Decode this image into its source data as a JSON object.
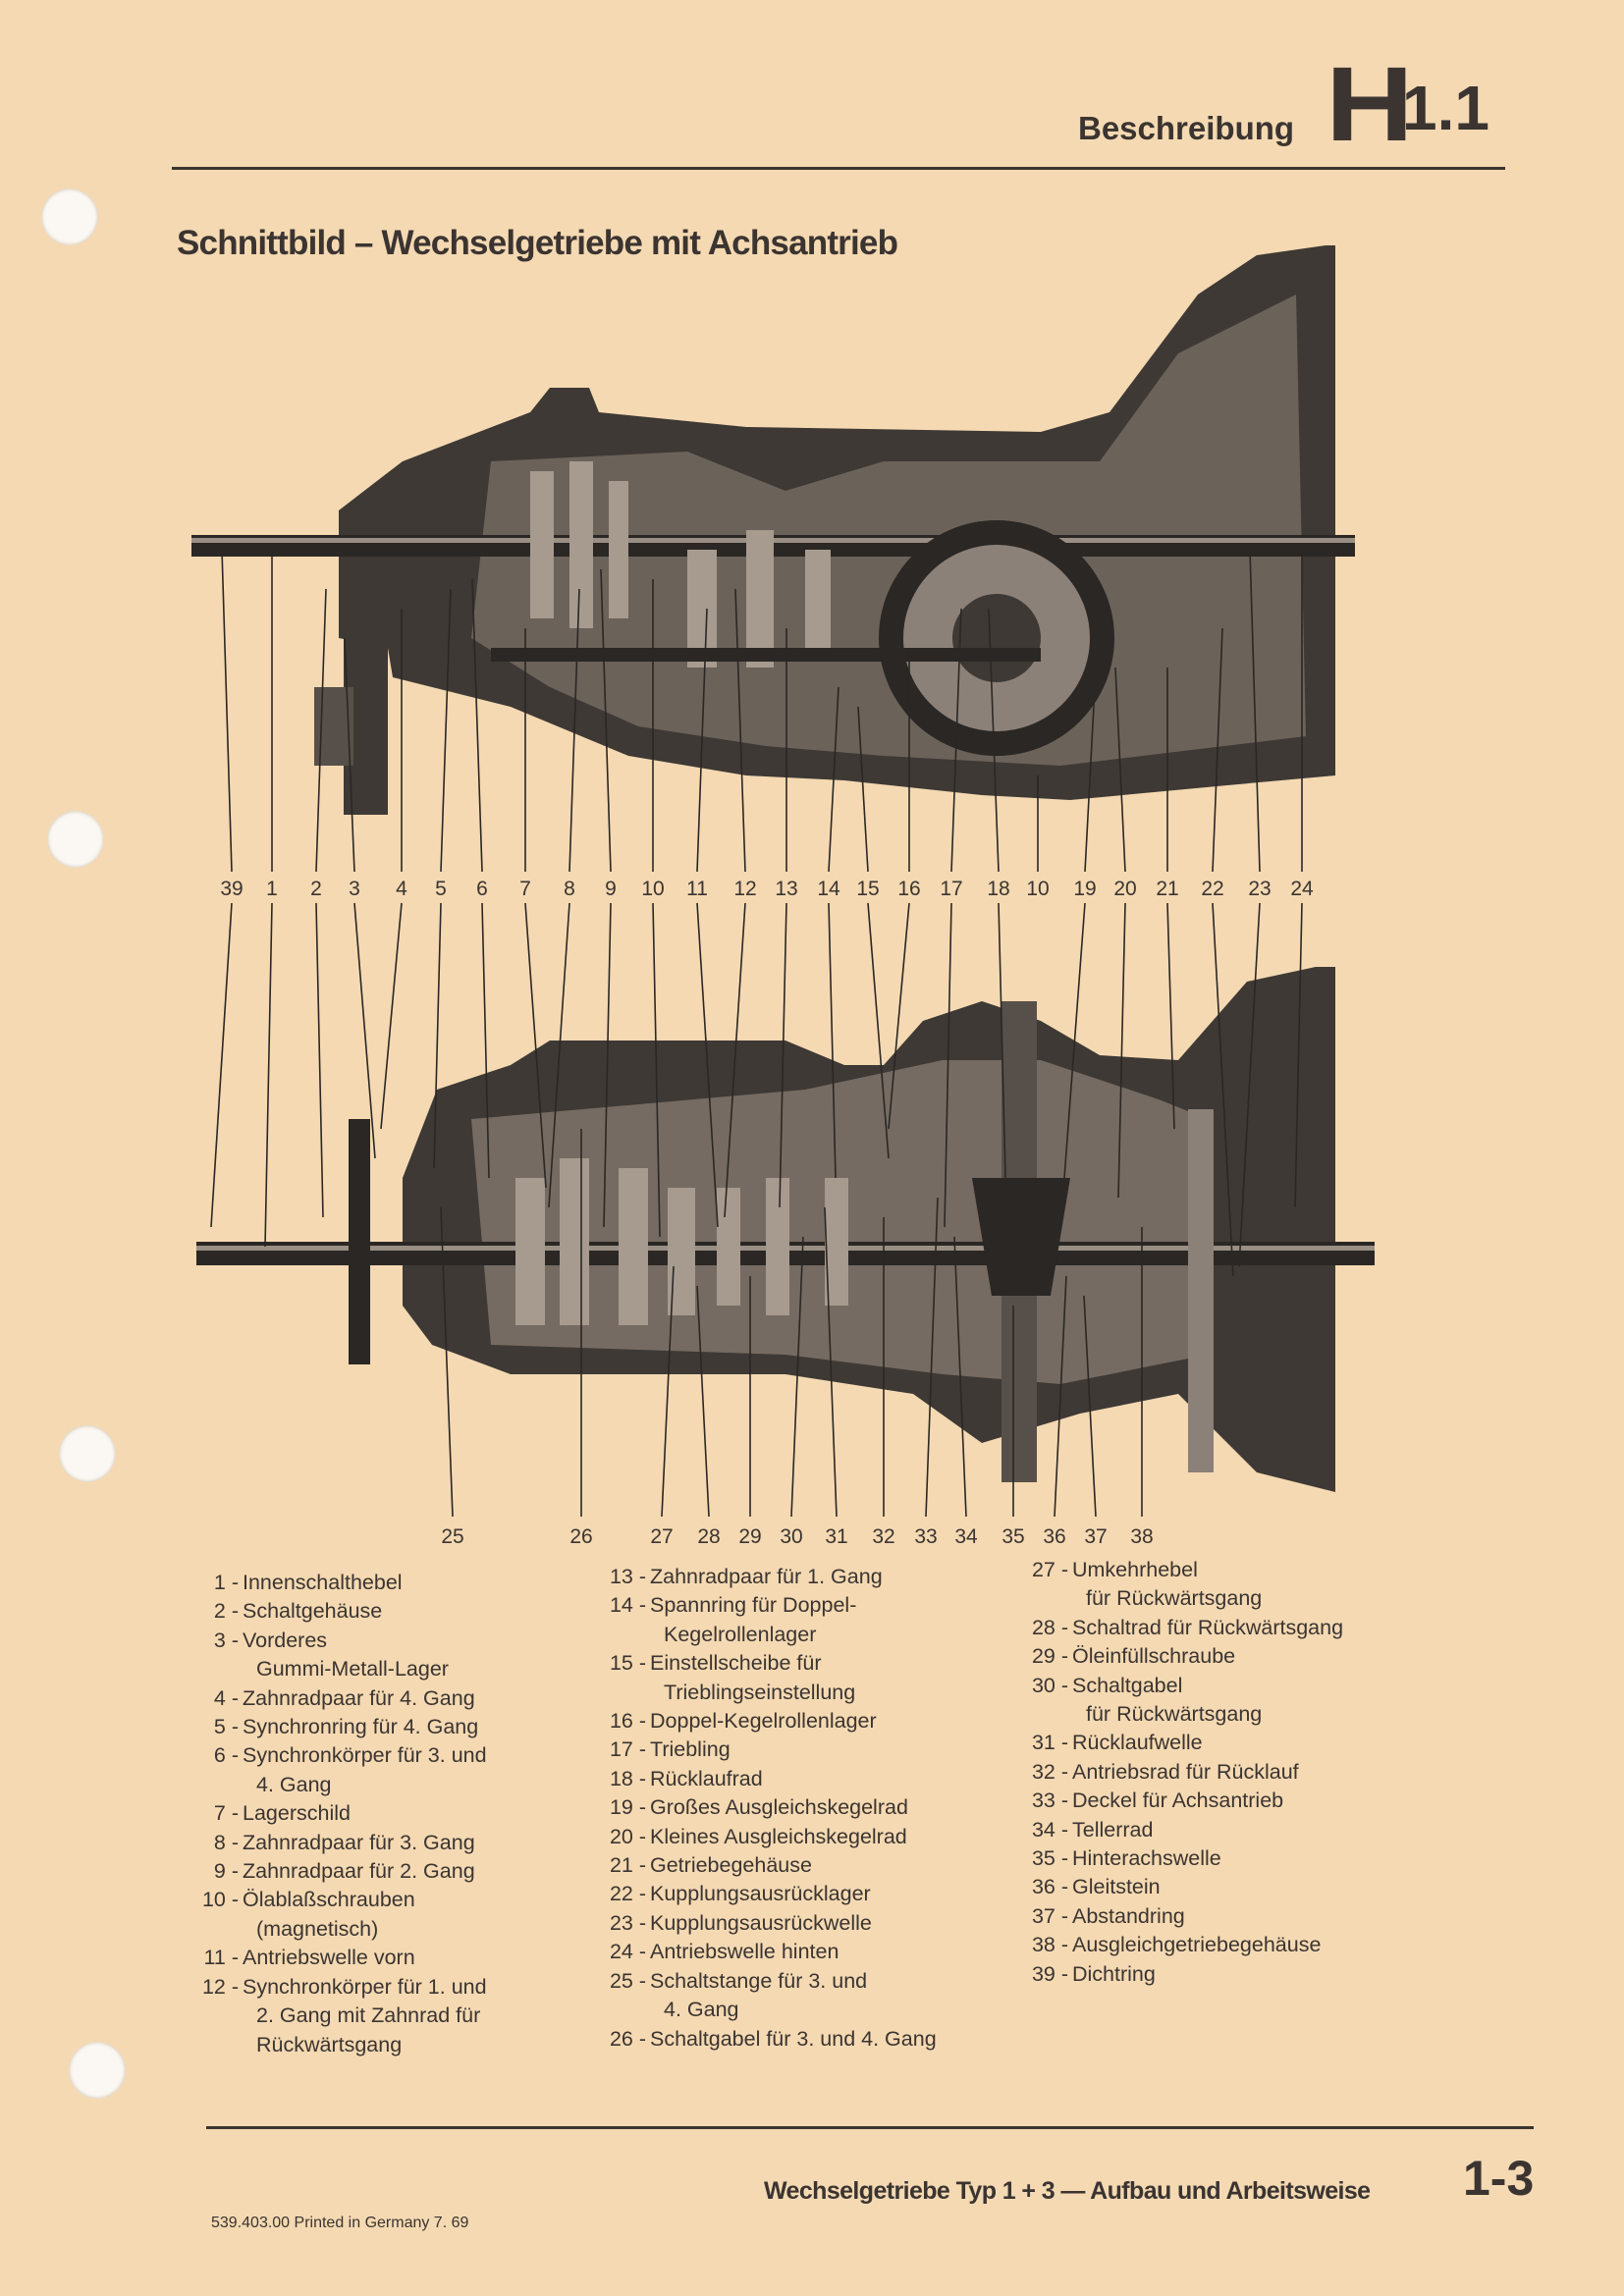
{
  "header": {
    "section": "Beschreibung",
    "chapter_letter": "H",
    "chapter_number": "1.1"
  },
  "title": "Schnittbild – Wechselgetriebe mit Achsantrieb",
  "figure": {
    "upper_callouts": [
      "39",
      "1",
      "2",
      "3",
      "4",
      "5",
      "6",
      "7",
      "8",
      "9",
      "10",
      "11",
      "12",
      "13",
      "14",
      "15",
      "16",
      "17",
      "18",
      "10",
      "19",
      "20",
      "21",
      "22",
      "23",
      "24"
    ],
    "lower_callouts": [
      "25",
      "26",
      "27",
      "28",
      "29",
      "30",
      "31",
      "32",
      "33",
      "34",
      "35",
      "36",
      "37",
      "38"
    ]
  },
  "legend": {
    "col1": [
      {
        "n": "1 -",
        "lines": [
          "Innenschalthebel"
        ]
      },
      {
        "n": "2 -",
        "lines": [
          "Schaltgehäuse"
        ]
      },
      {
        "n": "3 -",
        "lines": [
          "Vorderes",
          "Gummi-Metall-Lager"
        ]
      },
      {
        "n": "4 -",
        "lines": [
          "Zahnradpaar für 4. Gang"
        ]
      },
      {
        "n": "5 -",
        "lines": [
          "Synchronring für 4. Gang"
        ]
      },
      {
        "n": "6 -",
        "lines": [
          "Synchronkörper für 3. und",
          "4. Gang"
        ]
      },
      {
        "n": "7 -",
        "lines": [
          "Lagerschild"
        ]
      },
      {
        "n": "8 -",
        "lines": [
          "Zahnradpaar für 3. Gang"
        ]
      },
      {
        "n": "9 -",
        "lines": [
          "Zahnradpaar für 2. Gang"
        ]
      },
      {
        "n": "10 -",
        "lines": [
          "Ölablaßschrauben",
          "(magnetisch)"
        ]
      },
      {
        "n": "11 -",
        "lines": [
          "Antriebswelle vorn"
        ]
      },
      {
        "n": "12 -",
        "lines": [
          "Synchronkörper für 1. und",
          "2. Gang mit Zahnrad für",
          "Rückwärtsgang"
        ]
      }
    ],
    "col2": [
      {
        "n": "13 -",
        "lines": [
          "Zahnradpaar für 1. Gang"
        ]
      },
      {
        "n": "14 -",
        "lines": [
          "Spannring für Doppel-",
          "Kegelrollenlager"
        ]
      },
      {
        "n": "15 -",
        "lines": [
          "Einstellscheibe für",
          "Trieblingseinstellung"
        ]
      },
      {
        "n": "16 -",
        "lines": [
          "Doppel-Kegelrollenlager"
        ]
      },
      {
        "n": "17 -",
        "lines": [
          "Triebling"
        ]
      },
      {
        "n": "18 -",
        "lines": [
          "Rücklaufrad"
        ]
      },
      {
        "n": "19 -",
        "lines": [
          "Großes Ausgleichskegelrad"
        ]
      },
      {
        "n": "20 -",
        "lines": [
          "Kleines Ausgleichskegelrad"
        ]
      },
      {
        "n": "21 -",
        "lines": [
          "Getriebegehäuse"
        ]
      },
      {
        "n": "22 -",
        "lines": [
          "Kupplungsausrücklager"
        ]
      },
      {
        "n": "23 -",
        "lines": [
          "Kupplungsausrückwelle"
        ]
      },
      {
        "n": "24 -",
        "lines": [
          "Antriebswelle hinten"
        ]
      },
      {
        "n": "25 -",
        "lines": [
          "Schaltstange für 3. und",
          "4. Gang"
        ]
      },
      {
        "n": "26 -",
        "lines": [
          "Schaltgabel für 3. und 4. Gang"
        ]
      }
    ],
    "col3": [
      {
        "n": "27 -",
        "lines": [
          "Umkehrhebel",
          "für Rückwärtsgang"
        ]
      },
      {
        "n": "28 -",
        "lines": [
          "Schaltrad für Rückwärtsgang"
        ]
      },
      {
        "n": "29 -",
        "lines": [
          "Öleinfüllschraube"
        ]
      },
      {
        "n": "30 -",
        "lines": [
          "Schaltgabel",
          "für Rückwärtsgang"
        ]
      },
      {
        "n": "31 -",
        "lines": [
          "Rücklaufwelle"
        ]
      },
      {
        "n": "32 -",
        "lines": [
          "Antriebsrad für Rücklauf"
        ]
      },
      {
        "n": "33 -",
        "lines": [
          "Deckel für Achsantrieb"
        ]
      },
      {
        "n": "34 -",
        "lines": [
          "Tellerrad"
        ]
      },
      {
        "n": "35 -",
        "lines": [
          "Hinterachswelle"
        ]
      },
      {
        "n": "36 -",
        "lines": [
          "Gleitstein"
        ]
      },
      {
        "n": "37 -",
        "lines": [
          "Abstandring"
        ]
      },
      {
        "n": "38 -",
        "lines": [
          "Ausgleichgetriebegehäuse"
        ]
      },
      {
        "n": "39 -",
        "lines": [
          "Dichtring"
        ]
      }
    ]
  },
  "footer": {
    "title": "Wechselgetriebe Typ 1 + 3 — Aufbau und Arbeitsweise",
    "page": "1-3",
    "print_info": "539.403.00  Printed in Germany  7. 69"
  },
  "colors": {
    "paper": "#f4d9b2",
    "ink": "#3b3431"
  }
}
